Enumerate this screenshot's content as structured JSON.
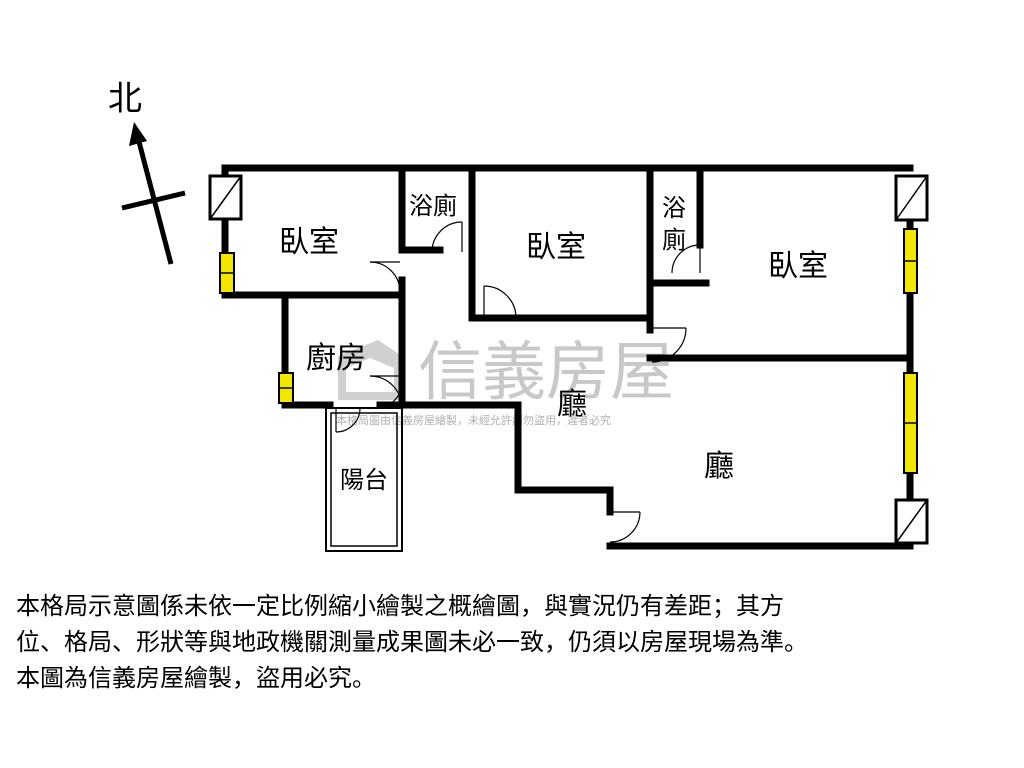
{
  "compass": {
    "label": "北"
  },
  "rooms": {
    "bedroom_left": "臥室",
    "bathroom_left_line1": "浴廁",
    "bedroom_middle": "臥室",
    "bathroom_right_line1": "浴",
    "bathroom_right_line2": "廁",
    "bedroom_right": "臥室",
    "kitchen": "廚房",
    "living_upper": "廳",
    "living_lower": "廳",
    "balcony": "陽台"
  },
  "watermark": {
    "brand": "信義房屋",
    "notice": "本格局圖由信義房屋繪製，未經允許請勿盜用，違者必究"
  },
  "note": {
    "line1": "本格局示意圖係未依一定比例縮小繪製之概繪圖，與實況仍有差距；其方",
    "line2": "位、格局、形狀等與地政機關測量成果圖未必一致，仍須以房屋現場為準。",
    "line3": "本圖為信義房屋繪製，盜用必究。"
  },
  "colors": {
    "wall": "#000000",
    "window_fill": "#f2e600",
    "watermark": "#c8c8c8"
  }
}
